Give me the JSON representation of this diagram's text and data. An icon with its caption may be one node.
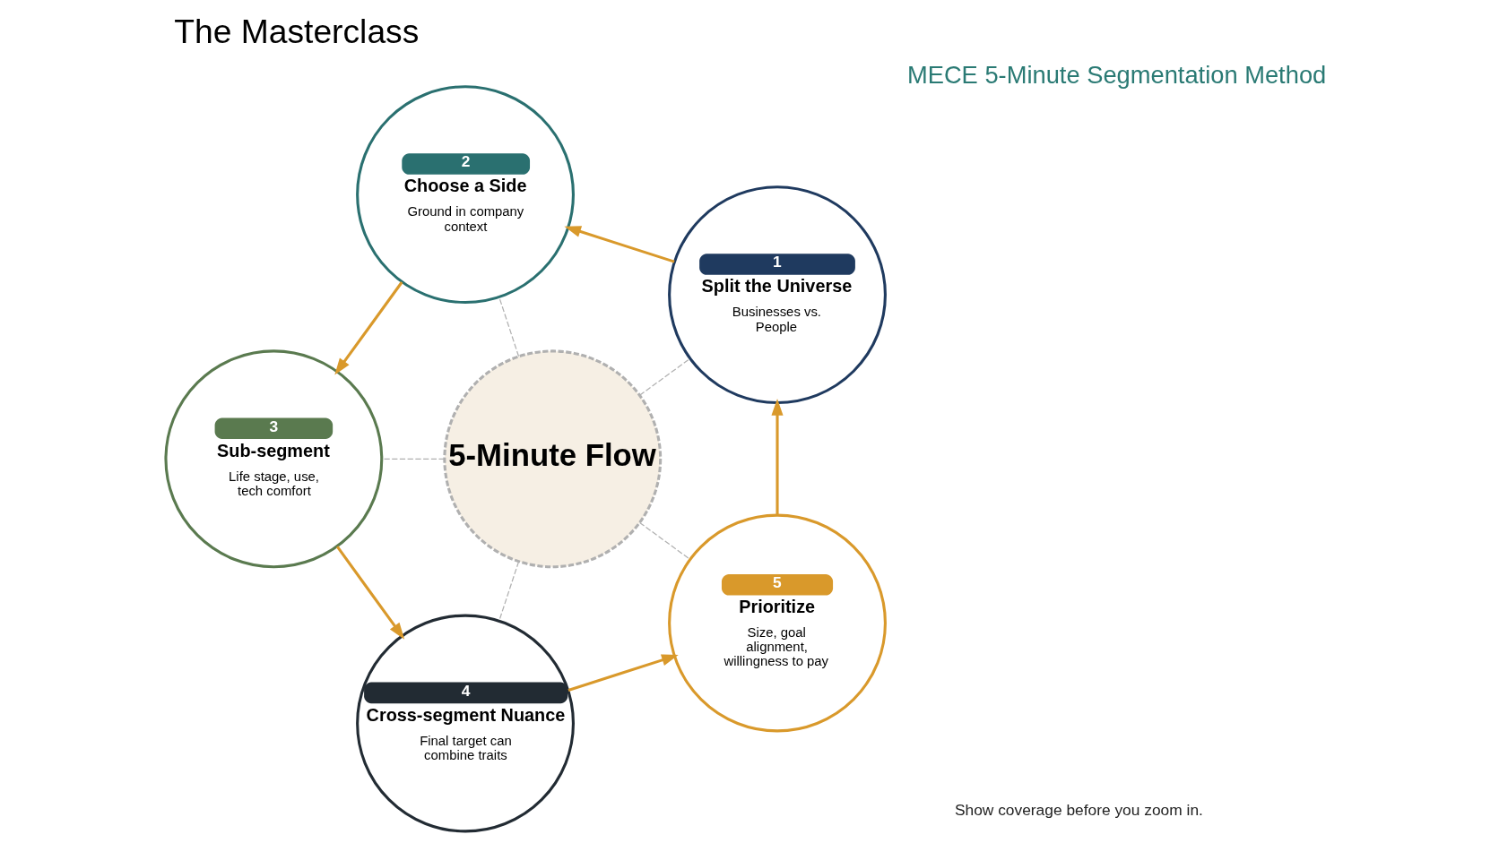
{
  "diagram": {
    "title": "The Masterclass",
    "nodes": [
      {
        "text": [
          "5-Minute Flow"
        ]
      },
      {
        "text": [
          "1",
          "Split the Universe",
          "Businesses vs. People"
        ]
      },
      {
        "text": [
          "2",
          "Choose a Side",
          "Ground in company context"
        ]
      },
      {
        "text": [
          "3",
          "Sub-segment",
          "Life stage, use, tech comfort"
        ]
      },
      {
        "text": [
          "4",
          "Cross-segment Nuance",
          "Final target can combine traits"
        ]
      },
      {
        "text": [
          "5",
          "Prioritize",
          "Size, goal alignment, willingness to pay"
        ]
      }
    ],
    "edges": [
      {
        "from": 1,
        "to": 2,
        "arrow": "to",
        "color": "#d9992b"
      },
      {
        "from": 2,
        "to": 3,
        "arrow": "to",
        "color": "#d9992b"
      },
      {
        "from": 3,
        "to": 4,
        "arrow": "to",
        "color": "#d9992b"
      },
      {
        "from": 4,
        "to": 5,
        "arrow": "to",
        "color": "#d9992b"
      },
      {
        "from": 5,
        "to": 1,
        "arrow": "to",
        "color": "#d9992b"
      },
      {
        "from": 0,
        "to": 1,
        "arrow": "none",
        "style": "dashed",
        "color": "#b0b0b0"
      },
      {
        "from": 0,
        "to": 2,
        "arrow": "none",
        "style": "dashed",
        "color": "#b0b0b0"
      },
      {
        "from": 0,
        "to": 3,
        "arrow": "none",
        "style": "dashed",
        "color": "#b0b0b0"
      },
      {
        "from": 0,
        "to": 4,
        "arrow": "none",
        "style": "dashed",
        "color": "#b0b0b0"
      },
      {
        "from": 0,
        "to": 5,
        "arrow": "none",
        "style": "dashed",
        "color": "#b0b0b0"
      }
    ],
    "labels": [
      "MECE 5-Minute Segmentation Method",
      "Show coverage before you zoom in."
    ]
  }
}
